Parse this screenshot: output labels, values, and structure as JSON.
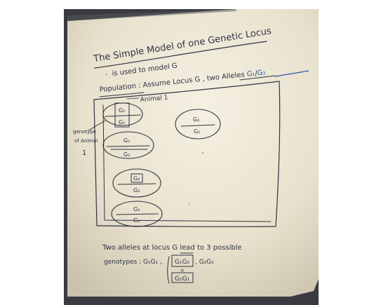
{
  "whiteboard": {
    "title": "The Simple Model of one Genetic Locus",
    "subtitle": "is used to model G",
    "population_line": {
      "prefix": "Population : Assume Locus G , two Alleles",
      "allele1": "G₁",
      "separator": "/",
      "allele2": "G₂"
    },
    "animal_label": "Animal 1",
    "side_label": {
      "line1": "genotype",
      "line2": "of Animal",
      "line3": "1"
    },
    "ovals": [
      {
        "top": "G₁",
        "bottom": "G₁"
      },
      {
        "top": "G₁",
        "bottom": "G₂"
      },
      {
        "top": "G₂",
        "bottom": "G₂"
      },
      {
        "top": "G₂",
        "bottom": "G₂"
      },
      {
        "top": "G₂",
        "bottom": "G₁"
      }
    ],
    "conclusion": {
      "line1": "Two alleles at locus G lead to 3 possible",
      "line2_prefix": "genotypes : G₁G₁ ,",
      "line2_boxed": "G₁G₂",
      "line2_suffix": ", G₂G₂",
      "equals": "=",
      "line3_boxed": "G₂G₁"
    }
  },
  "colors": {
    "board": "#e6dfcb",
    "board_bright": "#f3eee0",
    "ink": "#2f3343",
    "marker_blue": "#2857a8",
    "wall": "#3a3b40"
  }
}
